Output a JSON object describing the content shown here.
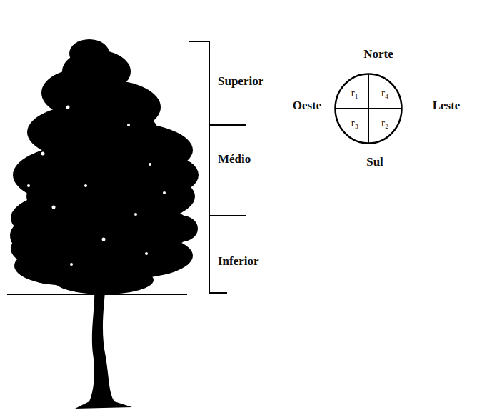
{
  "diagram": {
    "nodes": [
      {
        "text": [
          "r₁",
          "r₄",
          "r₃",
          "r₂"
        ]
      }
    ],
    "labels": [
      "Superior",
      "Médio",
      "Inferior",
      "Norte",
      "Oeste",
      "Leste",
      "Sul"
    ]
  }
}
